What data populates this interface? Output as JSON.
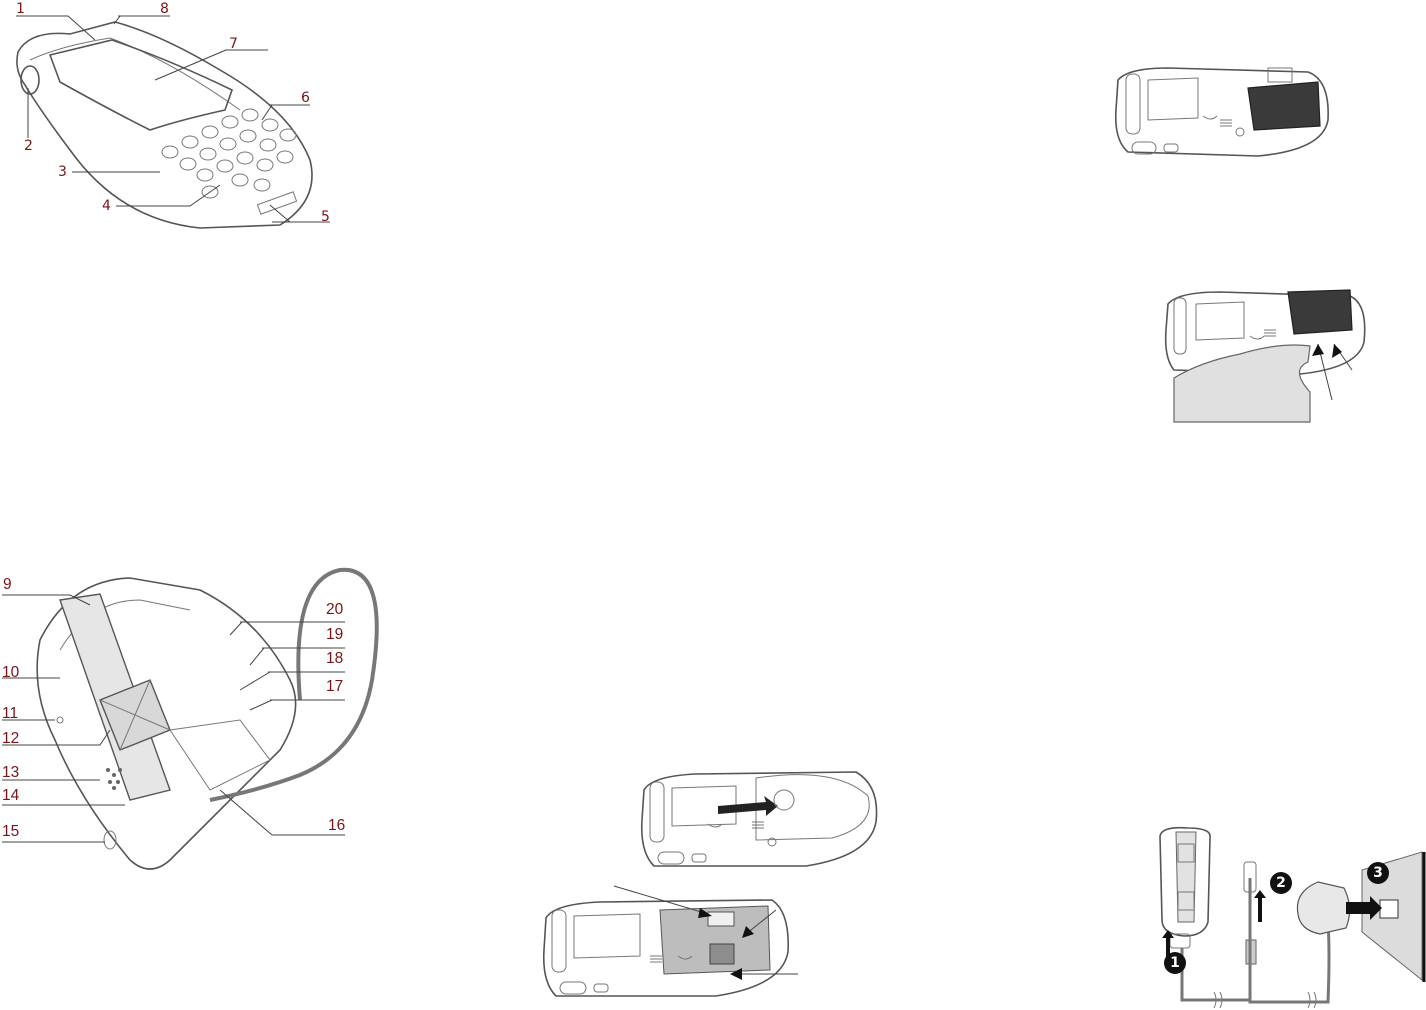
{
  "front_view": {
    "labels": [
      "1",
      "2",
      "3",
      "4",
      "5",
      "6",
      "7",
      "8"
    ]
  },
  "back_view": {
    "labels": [
      "9",
      "10",
      "11",
      "12",
      "13",
      "14",
      "15",
      "16",
      "17",
      "18",
      "19",
      "20"
    ]
  },
  "charging": {
    "steps": [
      "1",
      "2",
      "3"
    ]
  }
}
